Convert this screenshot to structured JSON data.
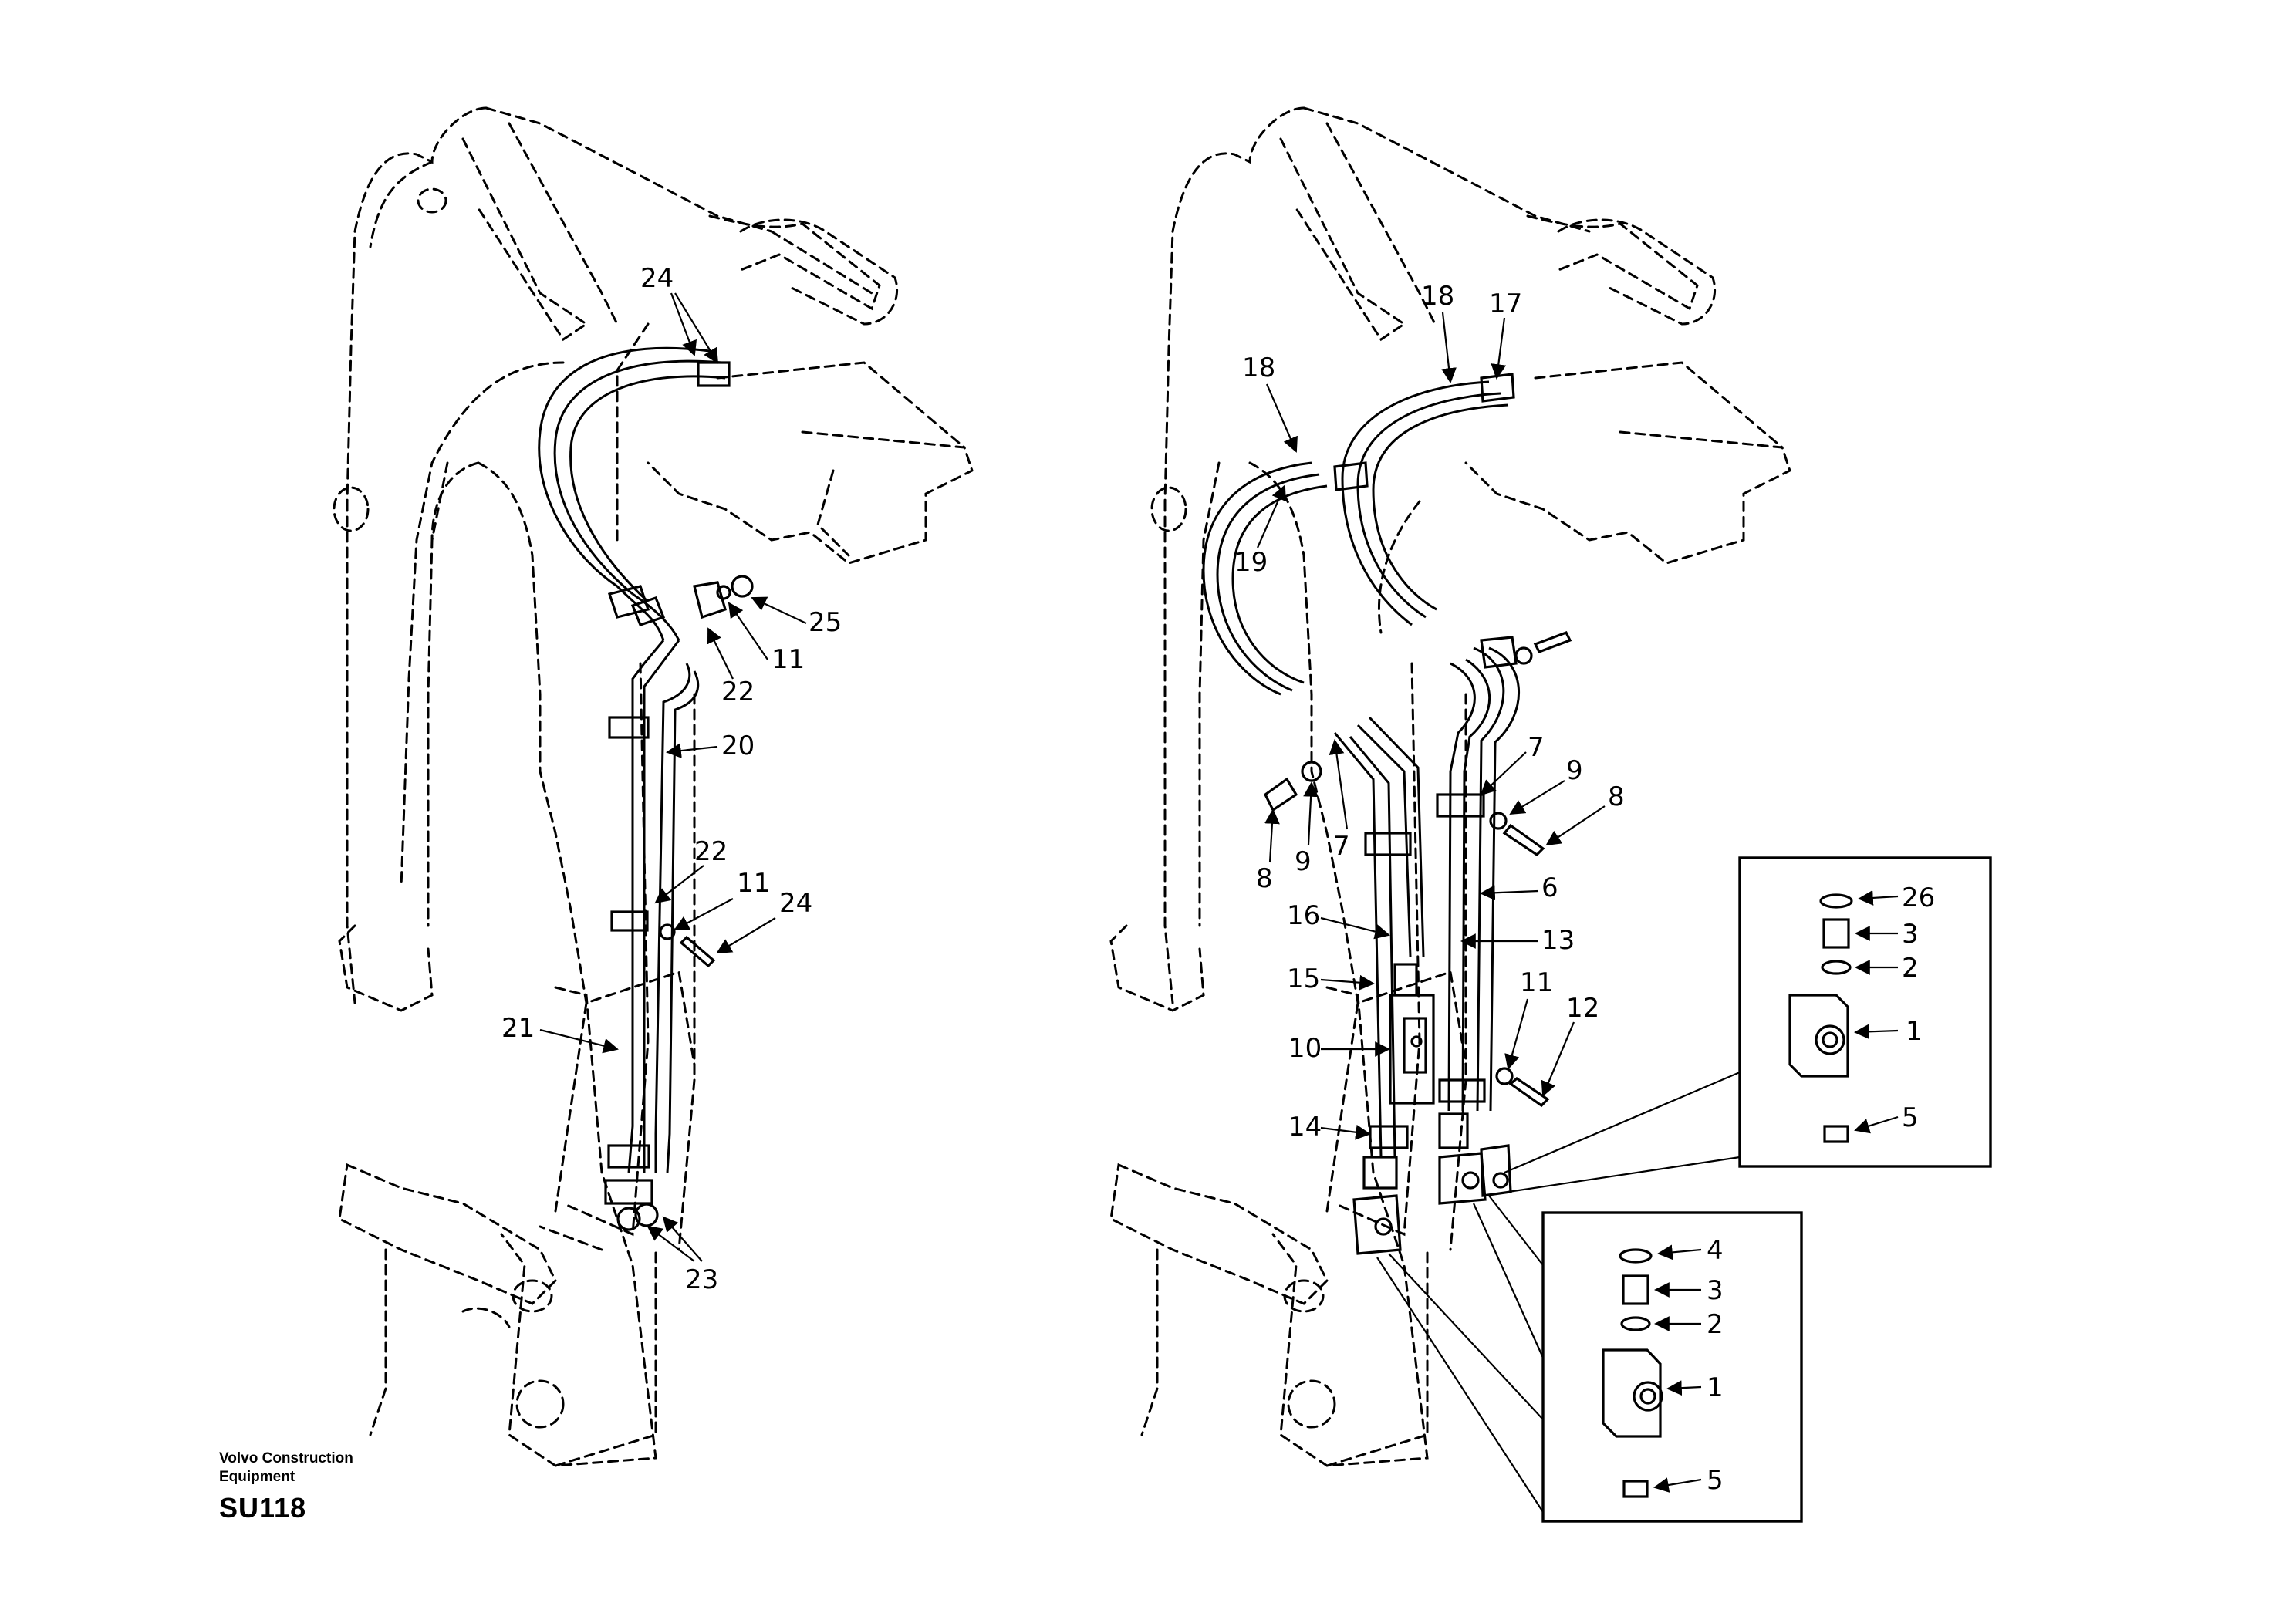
{
  "brand": {
    "line1": "Volvo Construction",
    "line2": "Equipment"
  },
  "diagram_code": "SU118",
  "left_callouts": [
    "24",
    "25",
    "11",
    "22",
    "20",
    "22",
    "11",
    "24",
    "21",
    "23"
  ],
  "right_callouts": [
    "18",
    "17",
    "18",
    "19",
    "7",
    "9",
    "8",
    "8",
    "9",
    "7",
    "6",
    "13",
    "16",
    "15",
    "10",
    "14",
    "11",
    "12"
  ],
  "inset_top_callouts": [
    "26",
    "3",
    "2",
    "1",
    "5"
  ],
  "inset_bottom_callouts": [
    "4",
    "3",
    "2",
    "1",
    "5"
  ]
}
